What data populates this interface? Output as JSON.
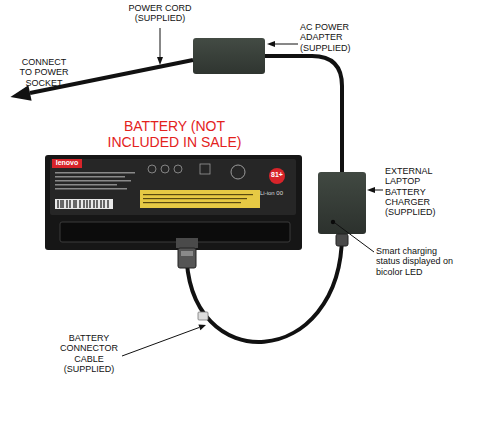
{
  "diagram": {
    "nodes": [
      {
        "text": [
          "AC POWER ADAPTER (SUPPLIED)"
        ]
      },
      {
        "text": [
          "BATTERY (NOT INCLUDED IN SALE)"
        ]
      },
      {
        "text": [
          "EXTERNAL LAPTOP BATTERY CHARGER (SUPPLIED)"
        ]
      }
    ],
    "edges": [
      {
        "from": 0,
        "to": 2,
        "arrow": "none"
      },
      {
        "from": 1,
        "to": 2,
        "arrow": "none"
      }
    ],
    "labels": [
      "POWER CORD (SUPPLIED)",
      "CONNECT TO POWER SOCKET",
      "lenovo",
      "81+",
      "Li-ion 00",
      "Smart charging status displayed on bicolor LED",
      "BATTERY CONNECTOR CABLE (SUPPLIED)"
    ]
  }
}
